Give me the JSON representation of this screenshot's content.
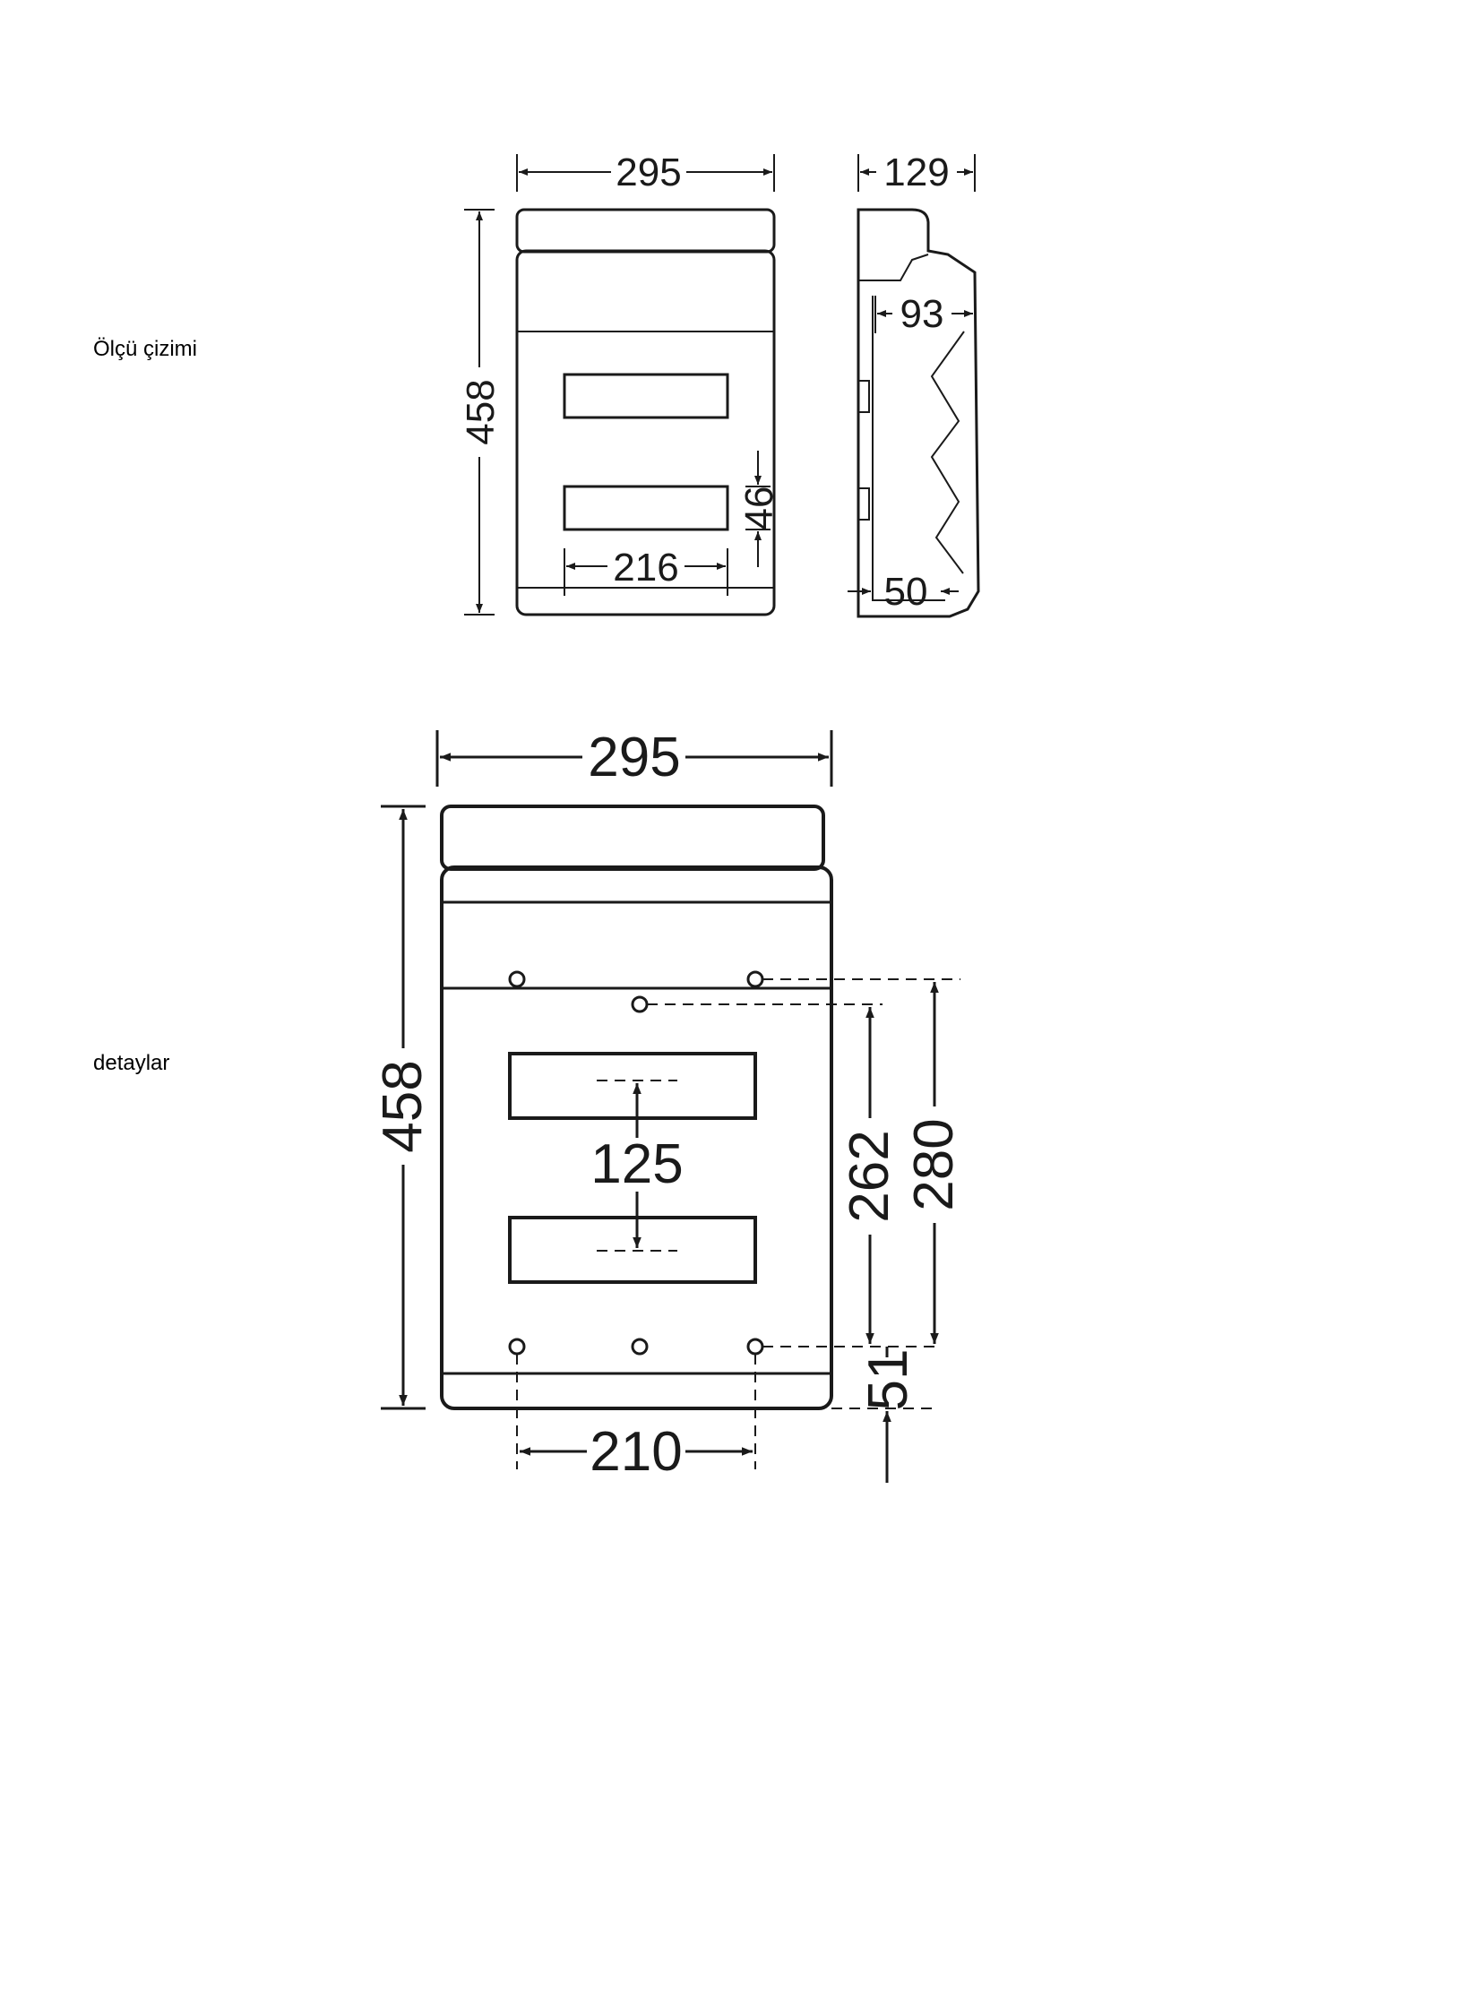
{
  "labels": {
    "drawing_title": "Ölçü çizimi",
    "details_title": "detaylar"
  },
  "drawing1": {
    "front": {
      "width": "295",
      "height": "458",
      "window_width": "216",
      "window_height": "46"
    },
    "side": {
      "depth": "129",
      "inner_depth": "93",
      "base_depth": "50"
    }
  },
  "drawing2": {
    "width": "295",
    "height": "458",
    "window_spacing": "125",
    "hole_vertical_1": "262",
    "hole_vertical_2": "280",
    "bottom_offset": "51",
    "hole_horizontal": "210"
  },
  "colors": {
    "line": "#1a1a1a",
    "background": "#ffffff"
  }
}
